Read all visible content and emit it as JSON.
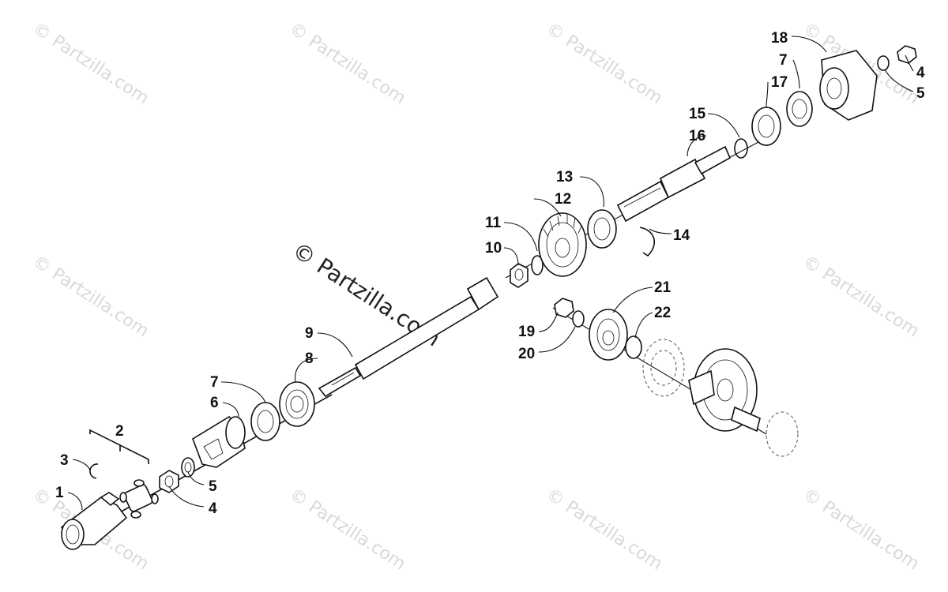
{
  "watermark": {
    "main": "© Partzilla.com",
    "tile": "© Partzilla.com"
  },
  "callouts": {
    "c1": "1",
    "c2": "2",
    "c3": "3",
    "c4a": "4",
    "c5a": "5",
    "c6": "6",
    "c7a": "7",
    "c8": "8",
    "c9": "9",
    "c10": "10",
    "c11": "11",
    "c12": "12",
    "c13": "13",
    "c14": "14",
    "c15": "15",
    "c16": "16",
    "c17": "17",
    "c7b": "7",
    "c18": "18",
    "c4b": "4",
    "c5b": "5",
    "c19": "19",
    "c20": "20",
    "c21": "21",
    "c22": "22"
  }
}
